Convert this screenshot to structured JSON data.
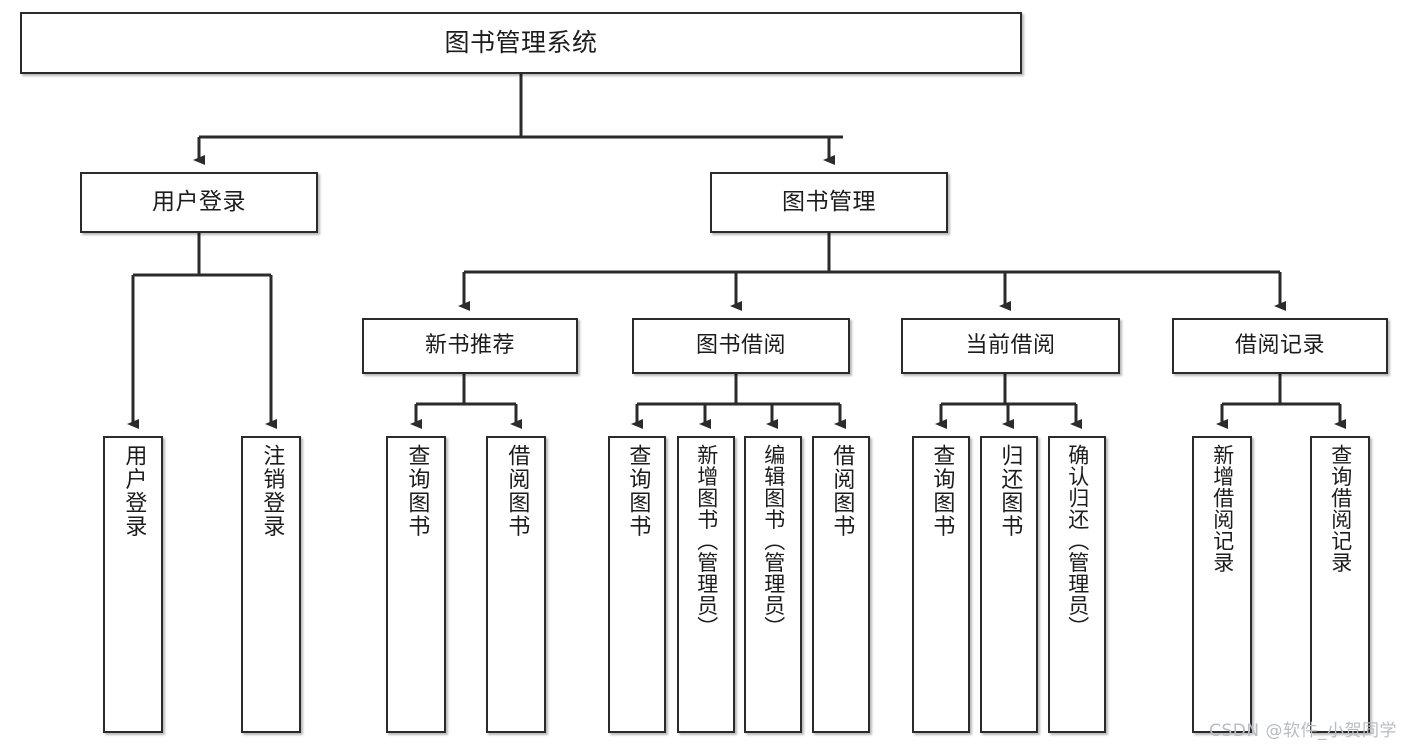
{
  "diagram": {
    "title_node": {
      "label": "图书管理系统"
    },
    "level1": [
      {
        "id": "user-login",
        "label": "用户登录"
      },
      {
        "id": "book-management",
        "label": "图书管理"
      }
    ],
    "level2": [
      {
        "id": "new-book-recommend",
        "label": "新书推荐"
      },
      {
        "id": "book-borrow",
        "label": "图书借阅"
      },
      {
        "id": "current-borrow",
        "label": "当前借阅"
      },
      {
        "id": "borrow-record",
        "label": "借阅记录"
      }
    ],
    "leaves": {
      "user_login": [
        {
          "id": "leaf-user-login",
          "label": "用户登录"
        },
        {
          "id": "leaf-logout-login",
          "label": "注销登录"
        }
      ],
      "new_book_recommend": [
        {
          "id": "leaf-query-book-1",
          "label": "查询图书"
        },
        {
          "id": "leaf-borrow-book-1",
          "label": "借阅图书"
        }
      ],
      "book_borrow": [
        {
          "id": "leaf-query-book-2",
          "label": "查询图书"
        },
        {
          "id": "leaf-add-book",
          "label": "新增图书（管理员）"
        },
        {
          "id": "leaf-edit-book",
          "label": "编辑图书（管理员）"
        },
        {
          "id": "leaf-borrow-book-2",
          "label": "借阅图书"
        }
      ],
      "current_borrow": [
        {
          "id": "leaf-query-book-3",
          "label": "查询图书"
        },
        {
          "id": "leaf-return-book",
          "label": "归还图书"
        },
        {
          "id": "leaf-confirm-return",
          "label": "确认归还（管理员）"
        }
      ],
      "borrow_record": [
        {
          "id": "leaf-add-borrow-record",
          "label": "新增借阅记录"
        },
        {
          "id": "leaf-query-borrow-record",
          "label": "查询借阅记录"
        }
      ]
    }
  },
  "watermark": {
    "text": "CSDN @软件_小贺同学"
  },
  "colors": {
    "border": "#2b2b2b",
    "text": "#1c1c1c",
    "background": "#ffffff",
    "watermark": "#b9bcc0"
  }
}
